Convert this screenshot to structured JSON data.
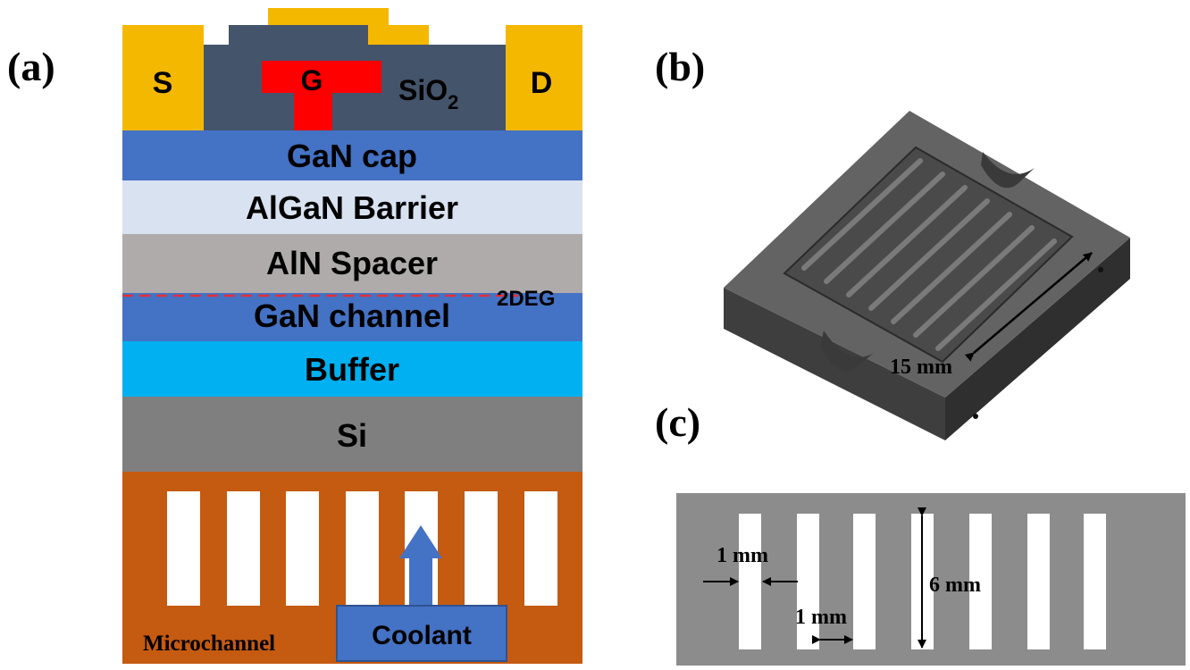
{
  "panels": {
    "a": {
      "label": "(a)"
    },
    "b": {
      "label": "(b)"
    },
    "c": {
      "label": "(c)"
    }
  },
  "device": {
    "source": "S",
    "gate": "G",
    "drain": "D",
    "oxide": "SiO",
    "oxide_sub": "2",
    "layers": {
      "gan_cap": "GaN cap",
      "algan_barrier": "AlGaN Barrier",
      "aln_spacer": "AlN Spacer",
      "gan_channel": "GaN channel",
      "buffer": "Buffer",
      "si": "Si"
    },
    "deg_label": "2DEG",
    "microchannel_label": "Microchannel",
    "coolant_label": "Coolant"
  },
  "cold_plate": {
    "dimension": "15 mm"
  },
  "channel_section": {
    "width_label": "1 mm",
    "gap_label": "1 mm",
    "height_label": "6 mm"
  },
  "colors": {
    "contact": "#f5b800",
    "sio2": "#44546a",
    "gate": "#ff0000",
    "gan_cap": "#4472c4",
    "algan": "#d9e2f1",
    "aln": "#afabab",
    "gan_channel": "#4472c4",
    "buffer": "#00b0f0",
    "si": "#7f7f7f",
    "copper": "#c55a11",
    "plate": "#5a5a5a",
    "section_gray": "#8c8c8c"
  }
}
